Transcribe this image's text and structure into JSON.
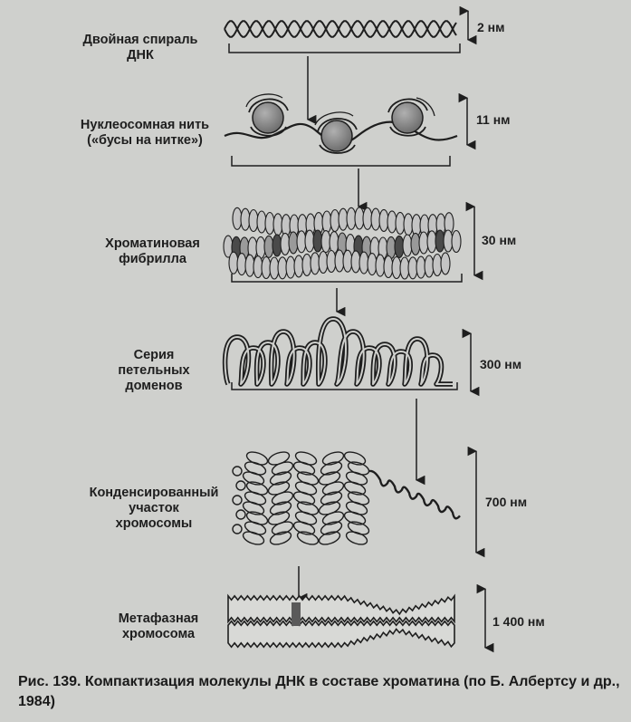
{
  "stages": [
    {
      "label": "Двойная спираль\nДНК",
      "scale": "2 нм"
    },
    {
      "label": "Нуклеосомная нить\n(«бусы на нитке»)",
      "scale": "11 нм"
    },
    {
      "label": "Хроматиновая\nфибрилла",
      "scale": "30 нм"
    },
    {
      "label": "Серия\nпетельных\nдоменов",
      "scale": "300 нм"
    },
    {
      "label": "Конденсированный\nучасток\nхромосомы",
      "scale": "700 нм"
    },
    {
      "label": "Метафазная\nхромосома",
      "scale": "1 400 нм"
    }
  ],
  "caption": "Рис. 139. Компактизация молекулы ДНК в составе хроматина (по Б. Албертсу и др., 1984)",
  "colors": {
    "ink": "#1e1e1e",
    "background": "#cfd0cd",
    "bead": "#8a8a8a",
    "centromere": "#5a5a5a"
  }
}
